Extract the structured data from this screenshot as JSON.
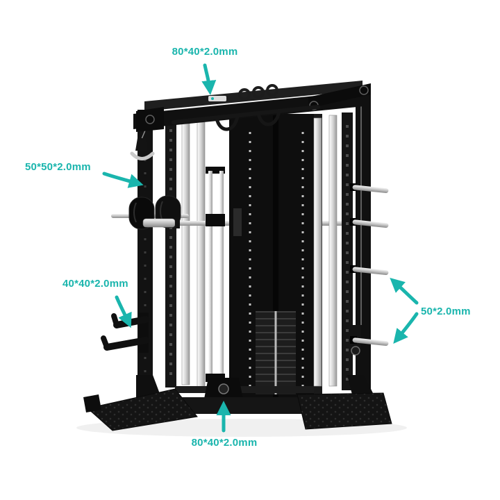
{
  "annotations": {
    "top_tube": {
      "label": "80*40*2.0mm"
    },
    "left_upper_tube": {
      "label": "50*50*2.0mm"
    },
    "left_lower_tube": {
      "label": "40*40*2.0mm"
    },
    "right_tube": {
      "label": "50*2.0mm"
    },
    "bottom_tube": {
      "label": "80*40*2.0mm"
    }
  },
  "colors": {
    "accent_teal": "#1ab5ad",
    "frame_black": "#121212",
    "chrome_silver": "#d9d9d9"
  }
}
